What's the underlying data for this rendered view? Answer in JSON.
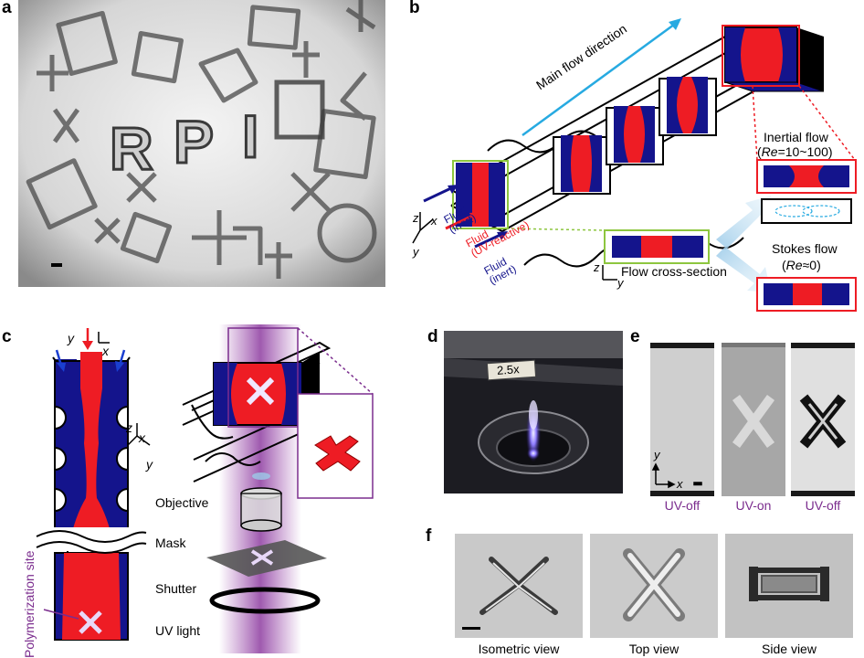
{
  "panels": {
    "a": "a",
    "b": "b",
    "c": "c",
    "d": "d",
    "e": "e",
    "f": "f"
  },
  "panel_a": {
    "letters": [
      "R",
      "P",
      "I"
    ]
  },
  "panel_b": {
    "main_flow": "Main flow direction",
    "inertial_flow": "Inertial flow",
    "inertial_re_prefix": "Re",
    "inertial_re_value": "=10~100",
    "stokes_flow": "Stokes flow",
    "stokes_re_prefix": "Re",
    "stokes_re_value": "≈0",
    "flow_cross_section": "Flow cross-section",
    "fluid_inert_1a": "Fluid",
    "fluid_inert_1b": "(inert)",
    "fluid_reactive_a": "Fluid",
    "fluid_reactive_b": "(UV-reactive)",
    "fluid_inert_2a": "Fluid",
    "fluid_inert_2b": "(inert)",
    "axis_z": "z",
    "axis_x": "x",
    "axis_y": "y",
    "cs_axis_z": "z",
    "cs_axis_y": "y"
  },
  "panel_c": {
    "axis_y": "y",
    "axis_x": "x",
    "axis3d_z": "z",
    "axis3d_x": "x",
    "axis3d_y": "y",
    "polymerization_site": "Polymerization site",
    "objective": "Objective",
    "mask": "Mask",
    "shutter": "Shutter",
    "uv_light": "UV light"
  },
  "panel_d": {
    "magnification": "2.5x"
  },
  "panel_e": {
    "label_1": "UV-off",
    "label_2": "UV-on",
    "label_3": "UV-off",
    "axis_y": "y",
    "axis_x": "x"
  },
  "panel_f": {
    "label_1": "Isometric view",
    "label_2": "Top view",
    "label_3": "Side view"
  },
  "colors": {
    "navy": "#14148c",
    "red": "#ee1c24",
    "green": "#8dc63f",
    "cyan": "#27aae1",
    "purple": "#7b2d8e"
  }
}
